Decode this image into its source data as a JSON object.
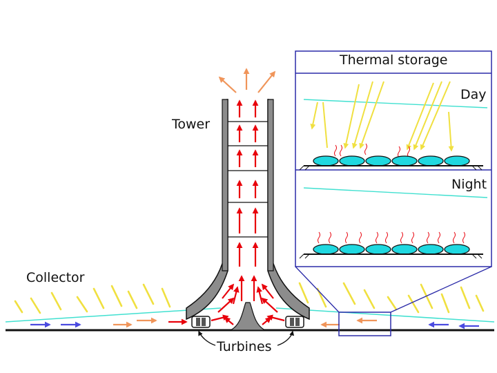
{
  "labels": {
    "tower": "Tower",
    "collector": "Collector",
    "turbines": "Turbines",
    "thermal_storage": "Thermal storage",
    "day": "Day",
    "night": "Night"
  },
  "colors": {
    "hot_air": "#e8000b",
    "warm_air": "#f0955a",
    "cold_air": "#4a4ae0",
    "sunlight": "#f0e040",
    "collector_roof": "#40e0d0",
    "storage_water": "#20d8e0",
    "structure": "#8c8c8c",
    "inset_frame": "#2a2aa8"
  }
}
